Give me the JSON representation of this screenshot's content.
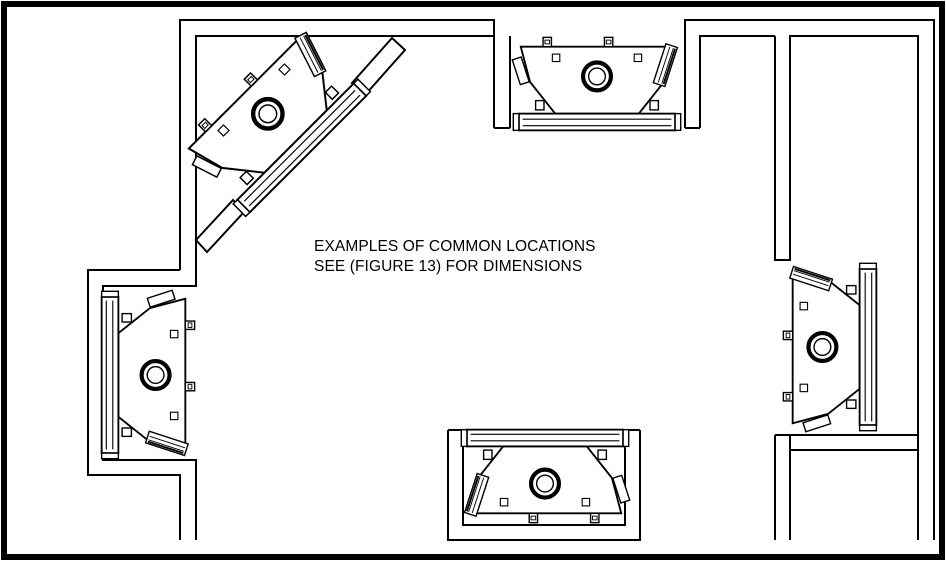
{
  "diagram": {
    "caption": {
      "line1": "EXAMPLES OF COMMON LOCATIONS",
      "line2": "SEE (FIGURE 13) FOR DIMENSIONS"
    },
    "colors": {
      "line": "#000000",
      "background": "#ffffff"
    },
    "fireplace_units": [
      {
        "id": "unit-corner-upper-left",
        "placement": "corner"
      },
      {
        "id": "unit-top-alcove",
        "placement": "alcove-top"
      },
      {
        "id": "unit-right-alcove",
        "placement": "alcove-right"
      },
      {
        "id": "unit-bottom-alcove",
        "placement": "alcove-bottom"
      },
      {
        "id": "unit-left-alcove",
        "placement": "alcove-left"
      }
    ]
  }
}
